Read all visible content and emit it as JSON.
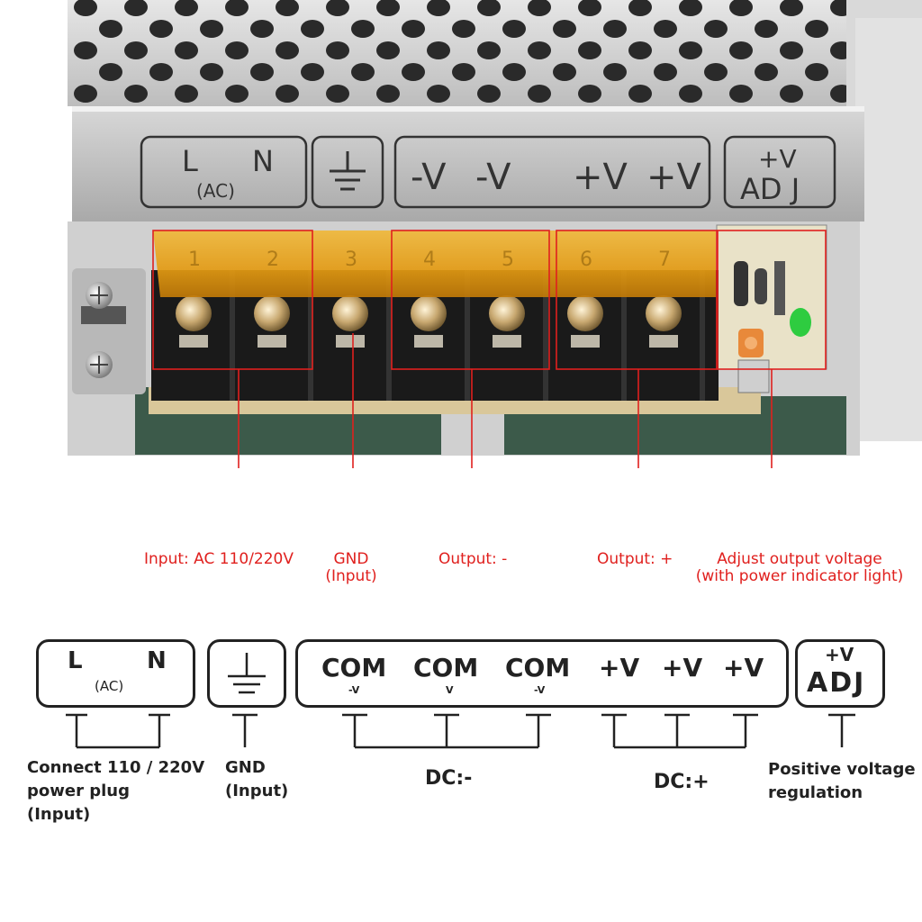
{
  "panel": {
    "ac": {
      "l": "L",
      "ac": "(AC)",
      "n": "N"
    },
    "outputs": [
      "-V",
      "-V",
      "+V",
      "+V"
    ],
    "adj": {
      "top": "+V",
      "bottom": "AD J"
    }
  },
  "terminal_numbers": [
    "1",
    "2",
    "3",
    "4",
    "5",
    "6",
    "7"
  ],
  "callouts": {
    "input": "Input: AC 110/220V",
    "gnd_line1": "GND",
    "gnd_line2": "(Input)",
    "out_neg": "Output: -",
    "out_pos": "Output: +",
    "adj_line1": "Adjust output voltage",
    "adj_line2": "(with power indicator light)"
  },
  "diagram": {
    "ac": {
      "l": "L",
      "ac": "(AC)",
      "n": "N"
    },
    "com": [
      {
        "main": "COM",
        "sub": "-V"
      },
      {
        "main": "COM",
        "sub": "V"
      },
      {
        "main": "COM",
        "sub": "-V"
      }
    ],
    "plus": [
      "+V",
      "+V",
      "+V"
    ],
    "adj": {
      "top": "+V",
      "bottom": "ADJ"
    },
    "labels": {
      "connect_line1": "Connect 110 / 220V",
      "connect_line2": "power plug",
      "connect_line3": "(Input)",
      "gnd_line1": "GND",
      "gnd_line2": "(Input)",
      "dc_neg": "DC:-",
      "dc_pos": "DC:+",
      "pos_reg_line1": "Positive voltage",
      "pos_reg_line2": "regulation"
    }
  },
  "colors": {
    "callout": "#e0201e",
    "amber_cover": "#e8a418",
    "terminal_block": "#1a1a1a",
    "led": "#2ecc40",
    "casing": "#c9c9c9"
  }
}
